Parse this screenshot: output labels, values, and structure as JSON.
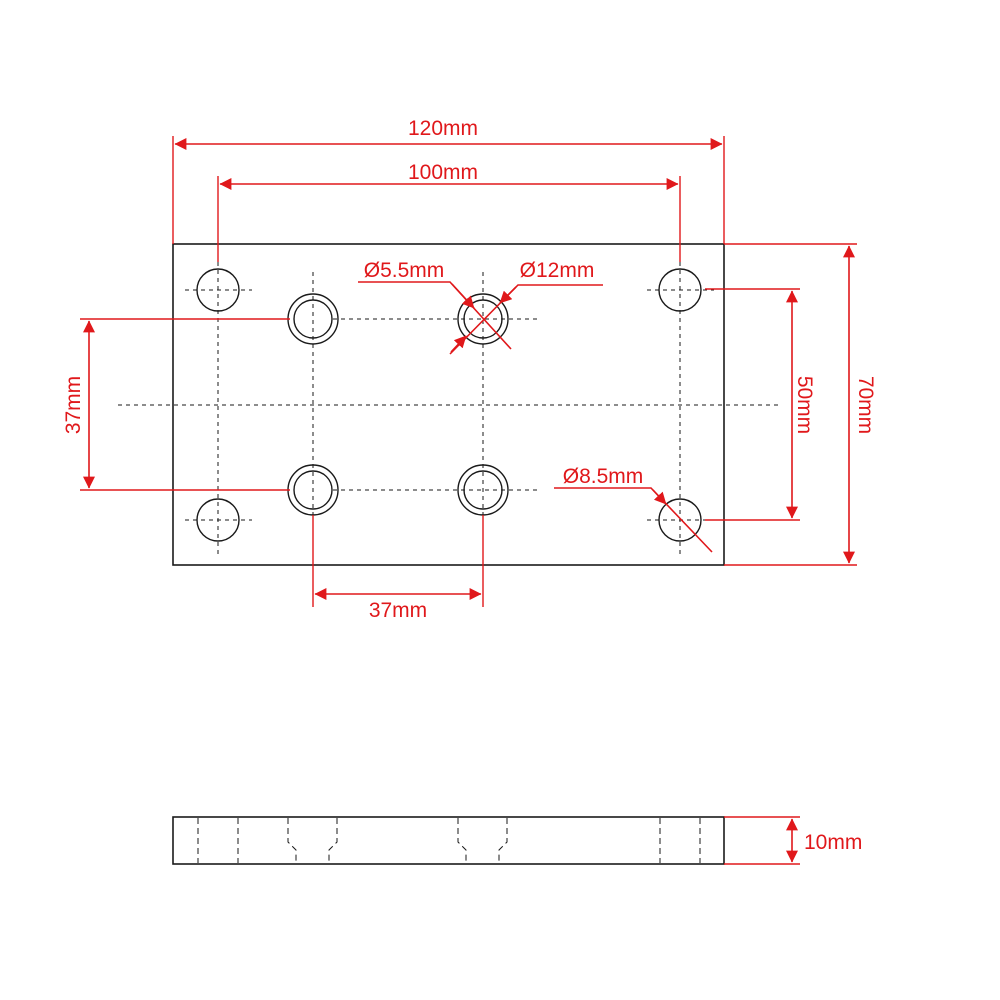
{
  "dimensions": {
    "overall_length": "120mm",
    "hole_spacing_length": "100mm",
    "counterbore_diameter": "Ø12mm",
    "through_hole_diameter": "Ø5.5mm",
    "corner_hole_diameter": "Ø8.5mm",
    "counterbore_vertical_spacing": "37mm",
    "counterbore_horizontal_spacing": "37mm",
    "hole_spacing_width": "50mm",
    "overall_width": "70mm",
    "thickness": "10mm"
  },
  "colors": {
    "dimension": "#e0181b",
    "outline": "#1a1a1a"
  }
}
